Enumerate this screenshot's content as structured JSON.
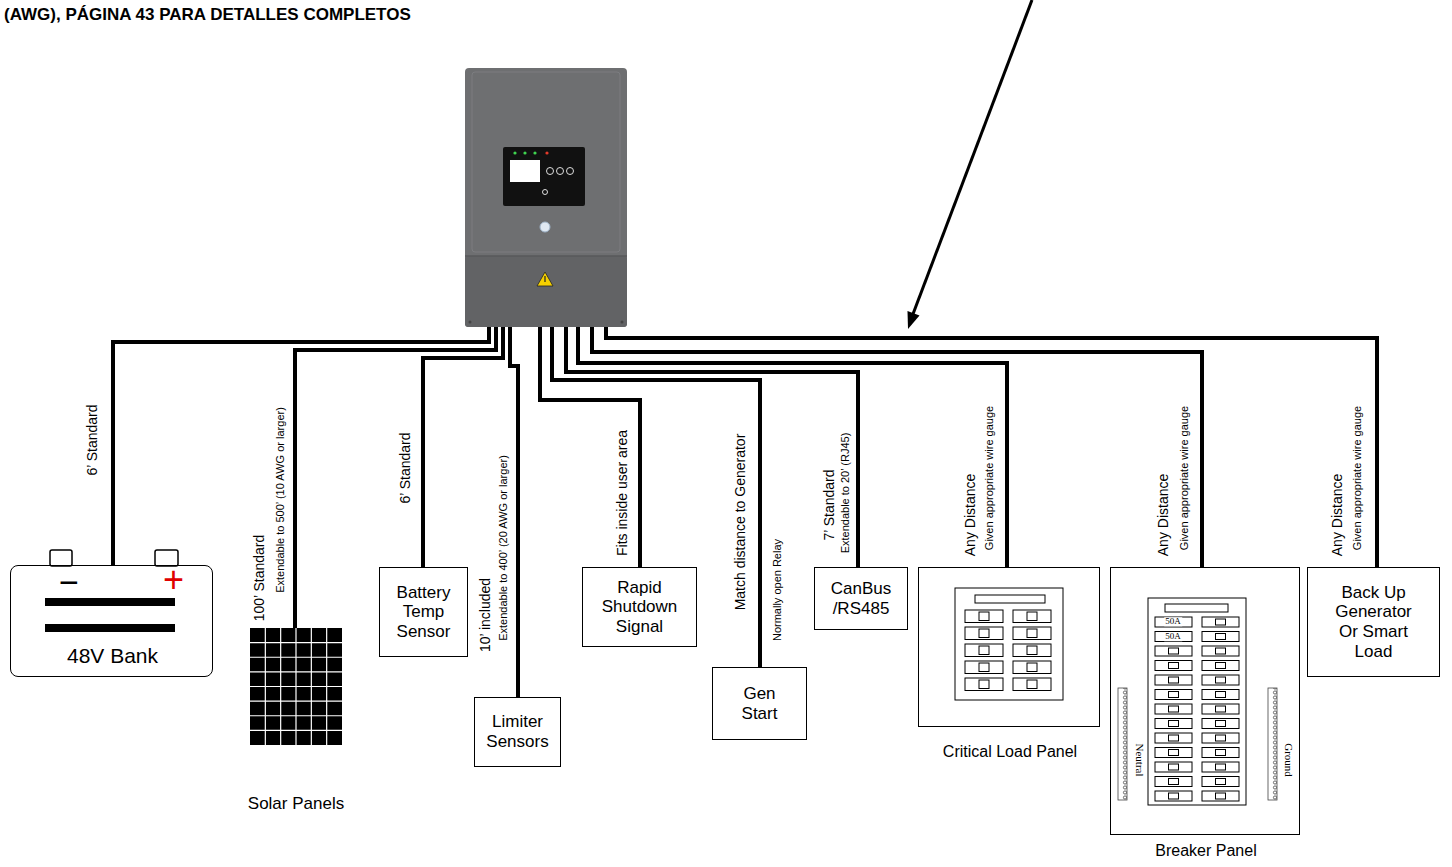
{
  "diagram": {
    "nodes": [
      {
        "text": [
          "−",
          "+",
          "48V Bank"
        ]
      },
      {
        "text": [
          "Solar Panels"
        ]
      },
      {
        "text": [
          "Battery Temp Sensor"
        ]
      },
      {
        "text": [
          "Limiter Sensors"
        ]
      },
      {
        "text": [
          "Rapid Shutdown Signal"
        ]
      },
      {
        "text": [
          "Gen Start"
        ]
      },
      {
        "text": [
          "CanBus /RS485"
        ]
      },
      {
        "text": [
          "Critical Load Panel"
        ]
      },
      {
        "text": [
          "Breaker Panel"
        ]
      },
      {
        "text": [
          "Back Up Generator Or Smart Load"
        ]
      }
    ],
    "labels": [
      "(AWG), PÁGINA 43 PARA DETALLES COMPLETOS",
      "6’ Standard",
      "100’ Standard",
      "Extendable to 500’ (10 AWG or larger)",
      "6’ Standard",
      "10’ included",
      "Extendable to 400’ (20 AWG or larger)",
      "Fits inside user area",
      "Match distance to Generator",
      "Normally open Relay",
      "7’ Standard",
      "Extendable to 20’ (RJ45)",
      "Any Distance",
      "Given appropriate wire gauge",
      "Any Distance",
      "Given appropriate wire gauge",
      "Any Distance",
      "Given appropriate wire gauge",
      "50A",
      "50A",
      "Neutral",
      "Ground"
    ]
  }
}
